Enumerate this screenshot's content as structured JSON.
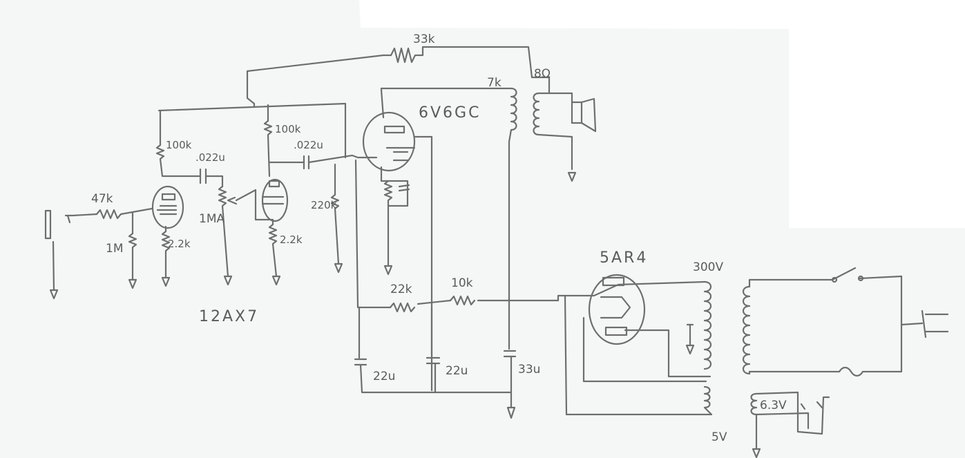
{
  "labels": {
    "r_feedback": "33k",
    "r_output_load": "7k",
    "speaker_impedance": "8Ω",
    "output_tube": "6V6GC",
    "plate_r1": "100k",
    "plate_r2": "100k",
    "coupling_c1": ".022u",
    "coupling_c2": ".022u",
    "r_input": "47k",
    "r_grid": "1M",
    "volume_pot": "1MA",
    "cathode_r1": "2.2k",
    "cathode_r2": "2.2k",
    "grid_leak": "220k",
    "preamp_tube": "12AX7",
    "rectifier_tube": "5AR4",
    "hv_secondary": "300V",
    "filter_r1": "22k",
    "filter_r2": "10k",
    "cap1": "22u",
    "cap2": "22u",
    "cap3": "33u",
    "rectifier_heater": "5V",
    "heater_winding": "6.3V"
  },
  "colors": {
    "paper": "#f4f7f6",
    "ink": "#6e6e6e",
    "label_ink": "#5a5a5a"
  }
}
